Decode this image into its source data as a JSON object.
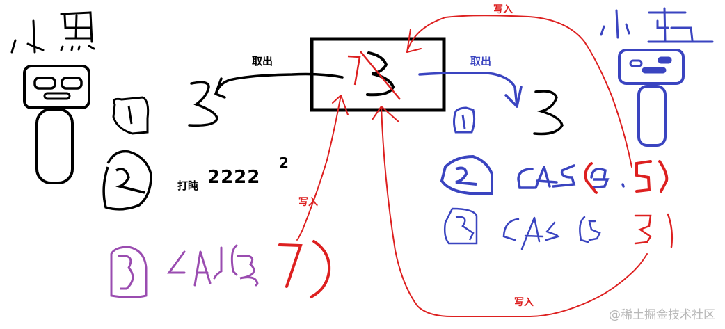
{
  "colors": {
    "black": "#000000",
    "red": "#dd2020",
    "blue": "#3a44c0",
    "purple": "#9a4cb0",
    "watermark": "#b8b8b8"
  },
  "actors": {
    "left": {
      "name": "小黑",
      "color": "#000000"
    },
    "right": {
      "name": "小蓝",
      "color": "#3a44c0"
    }
  },
  "shared_box": {
    "value": "3",
    "crossed_out": true,
    "new_value_mark": "7"
  },
  "arrows": {
    "left_read_label": "取出",
    "right_read_label": "取出",
    "write_labels": [
      "写入",
      "写入",
      "写入"
    ]
  },
  "left_steps": [
    {
      "num": "1",
      "text": "3"
    },
    {
      "num": "2",
      "label": "打盹",
      "text": "2222",
      "superscript": "2"
    },
    {
      "num": "3",
      "text": "CAS(3,",
      "new_value": "7",
      "close": ")"
    }
  ],
  "right_steps": [
    {
      "num": "1",
      "text": "3"
    },
    {
      "num": "2",
      "text": "CAS(3.",
      "new_value": "5",
      "close": ")"
    },
    {
      "num": "3",
      "text": "CAS (5,",
      "new_value": "3",
      "close": ")"
    }
  ],
  "watermark": "@稀土掘金技术社区"
}
